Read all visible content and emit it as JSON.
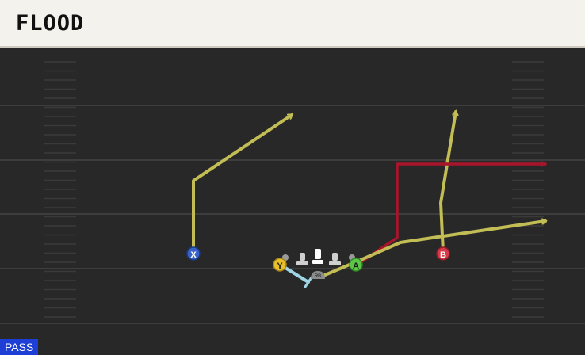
{
  "play": {
    "title": "FLOOD",
    "tag": "PASS"
  },
  "colors": {
    "route_yellow": "#c2bd55",
    "route_red": "#a8152b",
    "block_blue": "#9fd6e6",
    "x_receiver": "#3a63c9",
    "y_receiver": "#e8c02a",
    "a_receiver": "#5cc646",
    "b_receiver": "#d63a48",
    "lineman": "#cfcfcf"
  },
  "players": [
    {
      "id": "X",
      "role": "receiver",
      "color": "#3a63c9"
    },
    {
      "id": "Y",
      "role": "receiver",
      "color": "#e8c02a"
    },
    {
      "id": "A",
      "role": "receiver",
      "color": "#5cc646"
    },
    {
      "id": "B",
      "role": "receiver",
      "color": "#d63a48"
    },
    {
      "id": "RB",
      "role": "running-back",
      "color": "#8c8c8c"
    }
  ],
  "routes": [
    {
      "player": "X",
      "type": "corner",
      "color": "#c2bd55"
    },
    {
      "player": "B",
      "type": "post",
      "color": "#c2bd55"
    },
    {
      "player": "A",
      "type": "flat",
      "color": "#c2bd55"
    },
    {
      "player": "A",
      "type": "out",
      "color": "#a8152b"
    },
    {
      "player": "Y",
      "type": "block",
      "color": "#9fd6e6"
    }
  ],
  "icons": [
    "arrow-head-icon",
    "block-end-icon",
    "lineman-icon",
    "center-icon"
  ]
}
